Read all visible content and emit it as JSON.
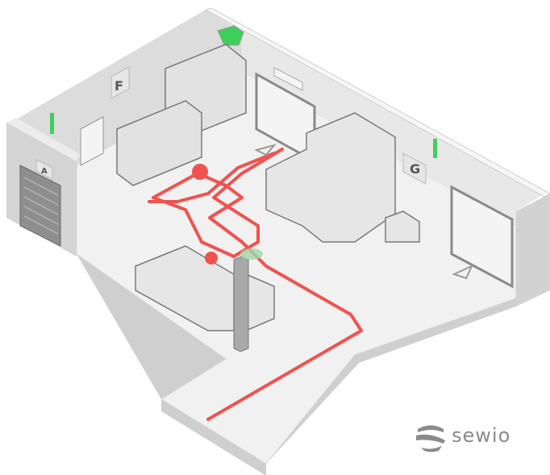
{
  "zones": {
    "a": "A",
    "f": "F",
    "g": "G"
  },
  "brand": {
    "name": "sewio"
  },
  "colors": {
    "path": "#f0524f",
    "floor": "#efefef",
    "wall": "#dedede",
    "sensor": "#3ecf5a"
  }
}
